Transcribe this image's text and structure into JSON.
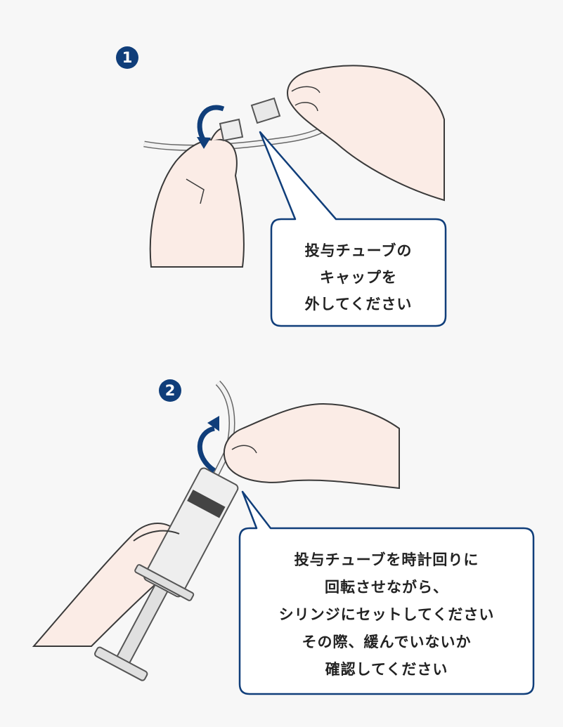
{
  "steps": [
    {
      "number": "1",
      "callout_lines": [
        "投与チューブの",
        "キャップを",
        "外してください"
      ]
    },
    {
      "number": "2",
      "callout_lines": [
        "投与チューブを時計回りに",
        "回転させながら、",
        "シリンジにセットしてください",
        "その際、緩んでいないか",
        "確認してください"
      ]
    }
  ],
  "colors": {
    "accent": "#103e7a",
    "skin": "#fbece6",
    "outline": "#3a3a3a",
    "bubble_fill": "#ffffff"
  }
}
